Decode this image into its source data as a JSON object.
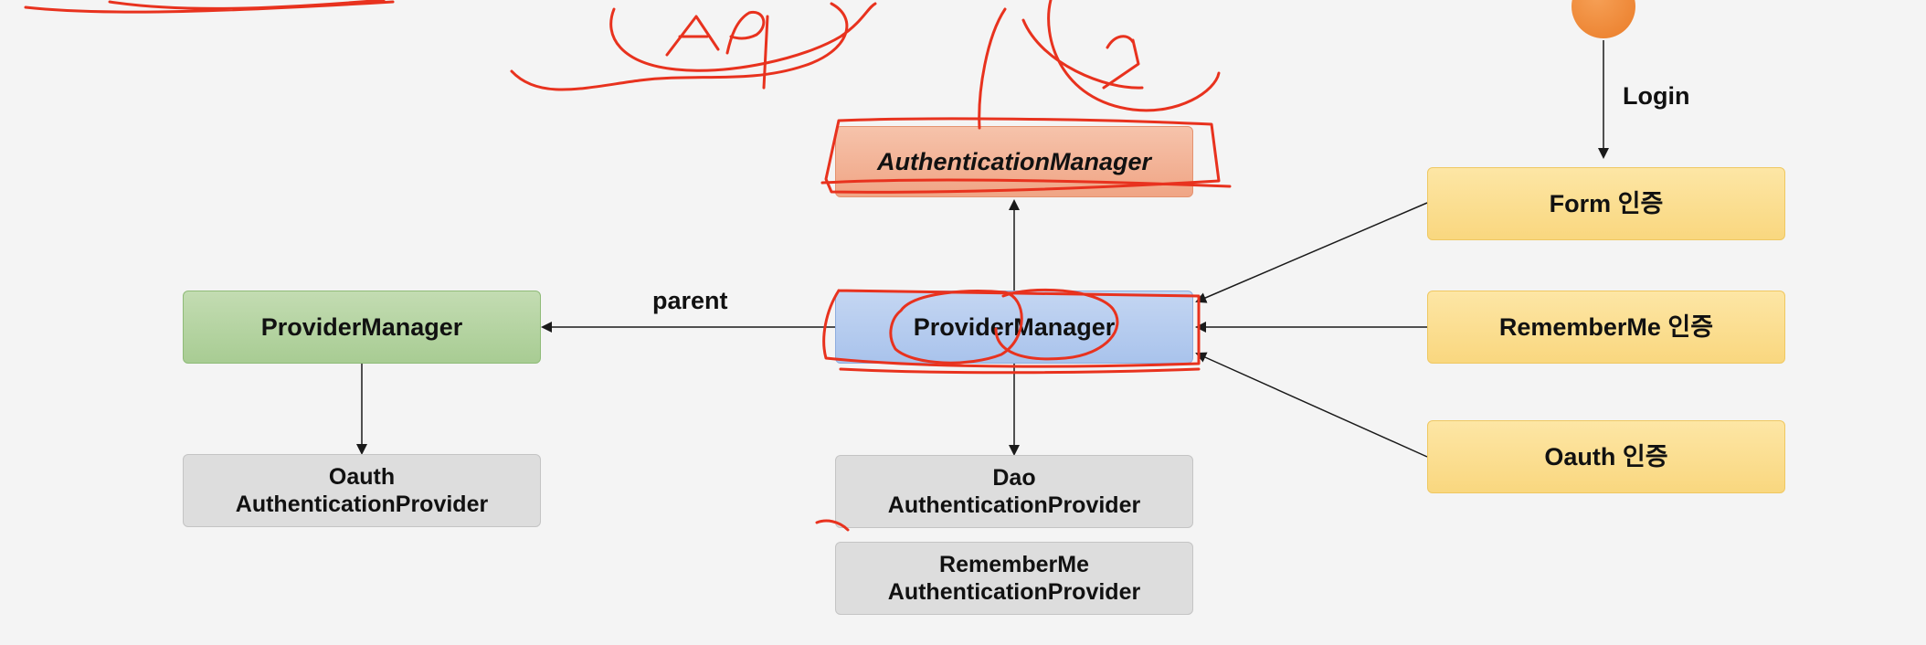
{
  "diagram": {
    "top_manager": {
      "label": "AuthenticationManager"
    },
    "parent_manager": {
      "label": "ProviderManager"
    },
    "center_manager": {
      "label": "ProviderManager"
    },
    "parent_edge_label": "parent",
    "login_label": "Login",
    "auth_methods": [
      {
        "label": "Form 인증"
      },
      {
        "label": "RememberMe 인증"
      },
      {
        "label": "Oauth 인증"
      }
    ],
    "providers": {
      "oauth": {
        "line1": "Oauth",
        "line2": "AuthenticationProvider"
      },
      "dao": {
        "line1": "Dao",
        "line2": "AuthenticationProvider"
      },
      "rememberme": {
        "line1": "RememberMe",
        "line2": "AuthenticationProvider"
      }
    }
  },
  "colors": {
    "annotation": "#e8321e",
    "arrow": "#1a1a1a",
    "start_node": "#ee8430"
  }
}
